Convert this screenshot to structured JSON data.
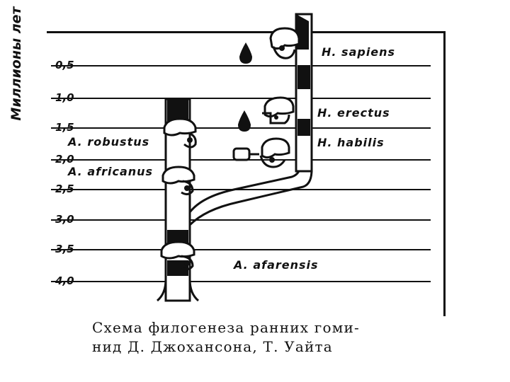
{
  "axis": {
    "title": "Миллионы лет",
    "ticks": [
      "0,5",
      "1,0",
      "1,5",
      "2,0",
      "2,5",
      "3,0",
      "3,5",
      "4,0"
    ]
  },
  "taxa": {
    "sapiens": "H. sapiens",
    "erectus": "H. erectus",
    "habilis": "H. habilis",
    "robustus": "A. robustus",
    "africanus": "A. africanus",
    "afarensis": "A. afarensis"
  },
  "caption": {
    "line1": "Схема филогенеза ранних гоми-",
    "line2": "нид Д. Джохансона, Т. Уайта"
  },
  "icons": {
    "skull": "skull-icon",
    "teardrop": "teardrop-icon",
    "stone_tool": "stone-tool-icon"
  }
}
